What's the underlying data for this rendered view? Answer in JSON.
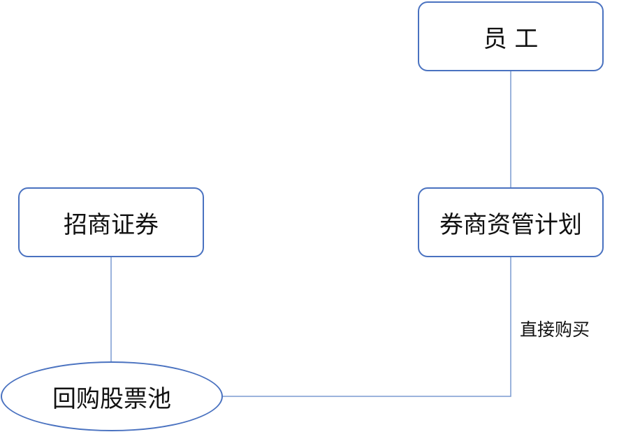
{
  "nodes": {
    "employee": "员 工",
    "cms": "招商证券",
    "plan": "券商资管计划",
    "pool": "回购股票池"
  },
  "edges": {
    "plan_to_pool_label": "直接购买"
  },
  "colors": {
    "border": "#4a72c0",
    "line": "#7a9ad0",
    "text": "#111111"
  }
}
